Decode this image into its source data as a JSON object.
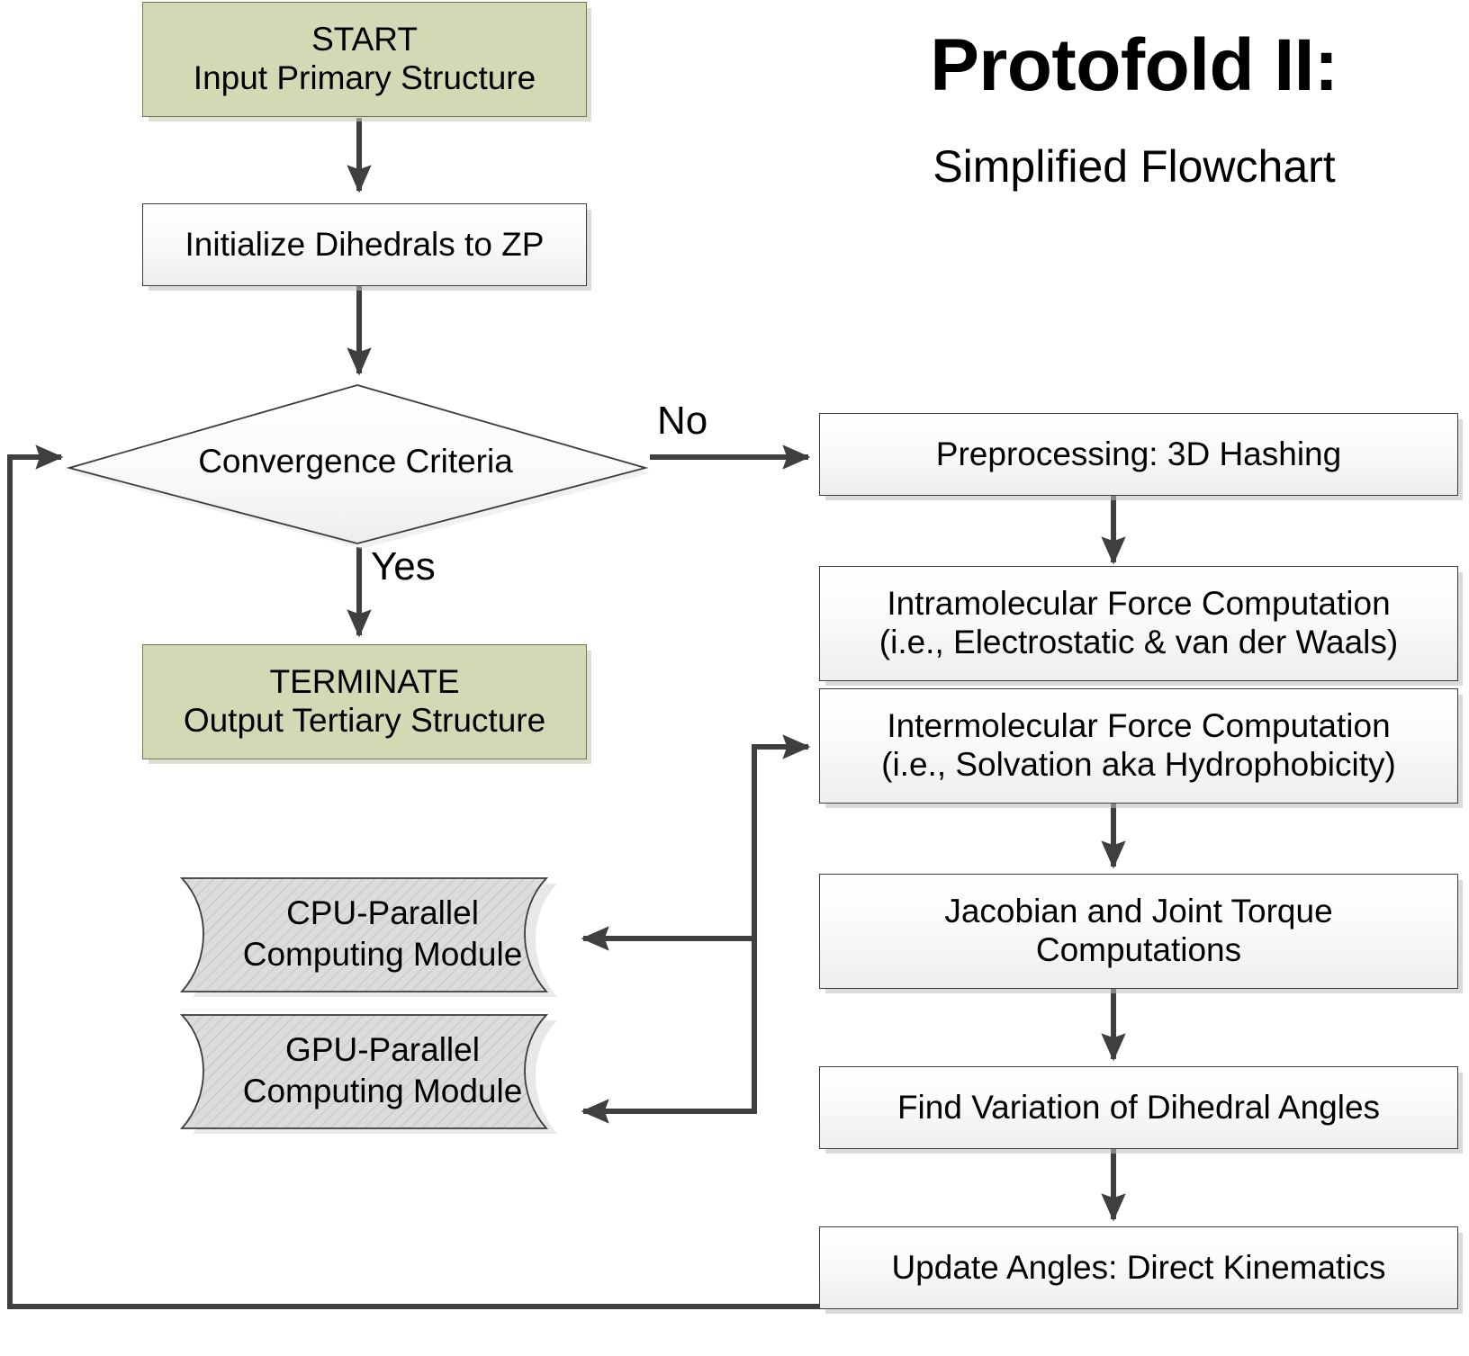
{
  "title": {
    "main": "Protofold II:",
    "sub": "Simplified Flowchart"
  },
  "nodes": {
    "start": {
      "line1": "START",
      "line2": "Input Primary Structure",
      "type": "terminator",
      "fill": "#d2d9b4"
    },
    "initialize": {
      "line1": "Initialize Dihedrals to ZP",
      "type": "process"
    },
    "decision": {
      "label": "Convergence Criteria",
      "type": "decision"
    },
    "terminate": {
      "line1": "TERMINATE",
      "line2": "Output Tertiary Structure",
      "type": "terminator",
      "fill": "#d2d9b4"
    },
    "preprocessing": {
      "line1": "Preprocessing: 3D Hashing",
      "type": "process"
    },
    "intramolecular": {
      "line1": "Intramolecular Force Computation",
      "line2": "(i.e., Electrostatic & van der Waals)",
      "type": "process"
    },
    "intermolecular": {
      "line1": "Intermolecular Force Computation",
      "line2": "(i.e., Solvation aka Hydrophobicity)",
      "type": "process"
    },
    "jacobian": {
      "line1": "Jacobian and Joint Torque",
      "line2": "Computations",
      "type": "process"
    },
    "find_variation": {
      "line1": "Find Variation of Dihedral Angles",
      "type": "process"
    },
    "update_angles": {
      "line1": "Update Angles: Direct Kinematics",
      "type": "process"
    },
    "cpu_module": {
      "line1": "CPU-Parallel",
      "line2": "Computing Module",
      "type": "tape",
      "fill": "#dcdcdc"
    },
    "gpu_module": {
      "line1": "GPU-Parallel",
      "line2": "Computing Module",
      "type": "tape",
      "fill": "#dcdcdc"
    }
  },
  "edge_labels": {
    "no": "No",
    "yes": "Yes"
  },
  "colors": {
    "connector": "#3f3f3f",
    "process_border": "#3b3b3b",
    "terminator_fill": "#d2d9b4",
    "terminator_border": "#6f7a58",
    "module_fill": "#dcdcdc",
    "module_border": "#3b3b3b",
    "background": "#ffffff",
    "text": "#000000"
  },
  "chart_data": {
    "type": "table",
    "title": "Protofold II: Simplified Flowchart",
    "edges": [
      {
        "from": "start",
        "to": "initialize",
        "label": ""
      },
      {
        "from": "initialize",
        "to": "decision",
        "label": ""
      },
      {
        "from": "decision",
        "to": "preprocessing",
        "label": "No"
      },
      {
        "from": "decision",
        "to": "terminate",
        "label": "Yes"
      },
      {
        "from": "preprocessing",
        "to": "intramolecular",
        "label": ""
      },
      {
        "from": "intramolecular",
        "to": "intermolecular",
        "label": ""
      },
      {
        "from": "intermolecular",
        "to": "jacobian",
        "label": ""
      },
      {
        "from": "jacobian",
        "to": "find_variation",
        "label": ""
      },
      {
        "from": "find_variation",
        "to": "update_angles",
        "label": ""
      },
      {
        "from": "update_angles",
        "to": "decision",
        "label": ""
      },
      {
        "from": "trunk",
        "to": "intermolecular",
        "label": ""
      },
      {
        "from": "trunk",
        "to": "cpu_module",
        "label": ""
      },
      {
        "from": "trunk",
        "to": "gpu_module",
        "label": ""
      }
    ]
  }
}
